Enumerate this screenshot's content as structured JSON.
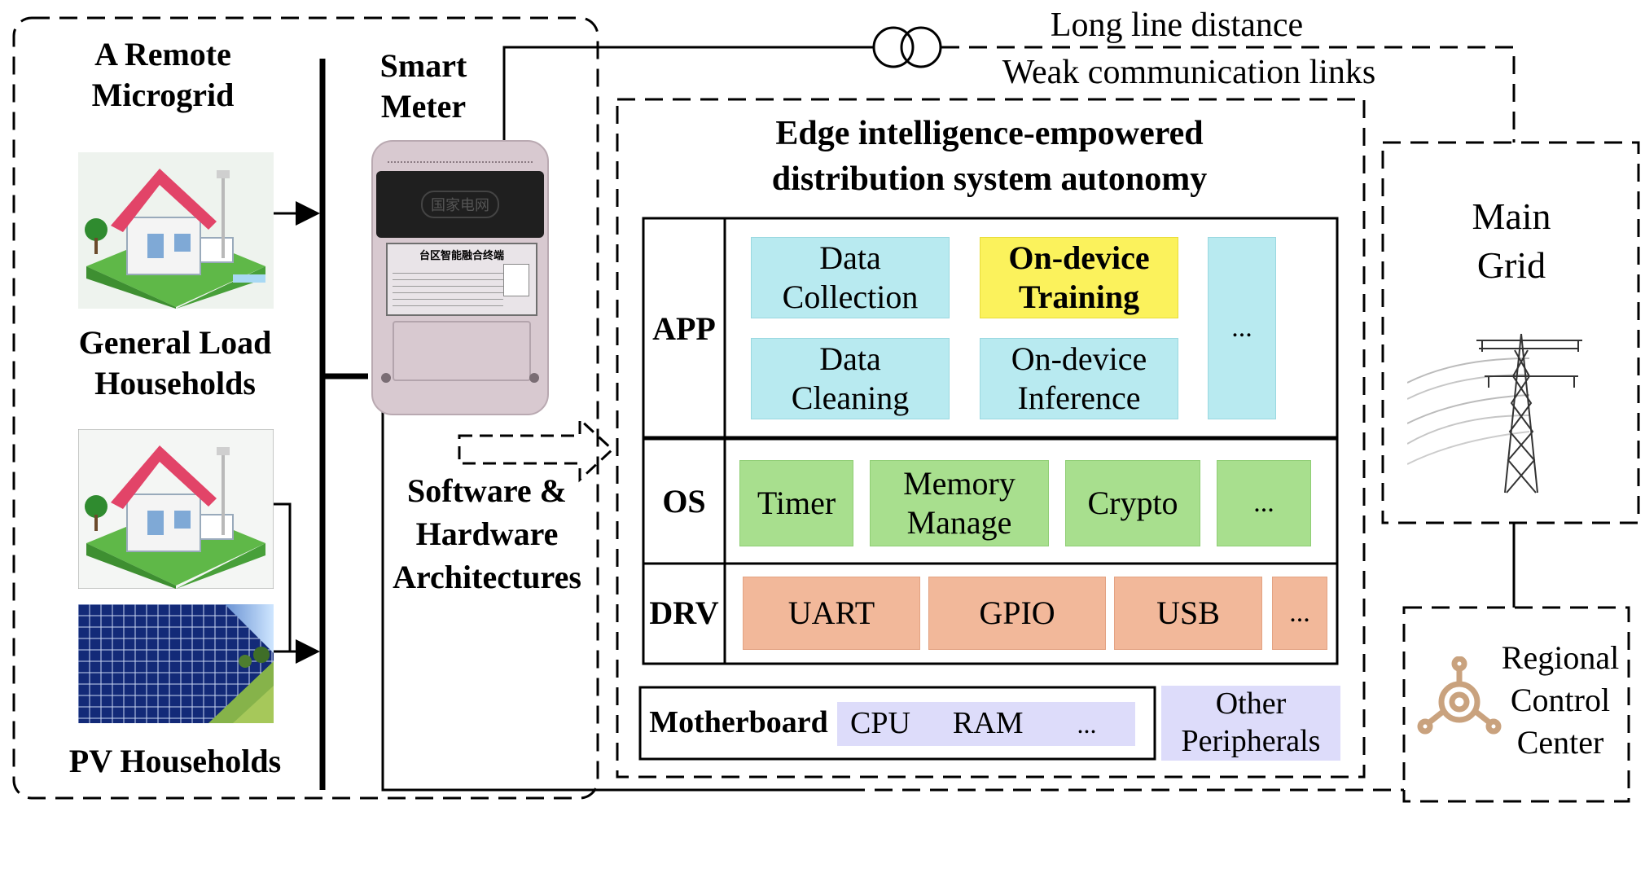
{
  "remote_microgrid": {
    "title_line1": "A Remote",
    "title_line2": "Microgrid",
    "general_line1": "General Load",
    "general_line2": "Households",
    "pv": "PV Households"
  },
  "smart_meter": {
    "title_line1": "Smart",
    "title_line2": "Meter",
    "arch_line1": "Software &",
    "arch_line2": "Hardware",
    "arch_line3": "Architectures",
    "plate_text": "台区智能融合终端",
    "brand_text": "国家电网"
  },
  "link": {
    "line1": "Long line distance",
    "line2": "Weak communication links"
  },
  "edge": {
    "title_line1": "Edge intelligence-empowered",
    "title_line2": "distribution system autonomy",
    "app": {
      "label": "APP",
      "data_collection_l1": "Data",
      "data_collection_l2": "Collection",
      "training_l1": "On-device",
      "training_l2": "Training",
      "cleaning_l1": "Data",
      "cleaning_l2": "Cleaning",
      "inference_l1": "On-device",
      "inference_l2": "Inference",
      "more": "..."
    },
    "os": {
      "label": "OS",
      "timer": "Timer",
      "memory_l1": "Memory",
      "memory_l2": "Manage",
      "crypto": "Crypto",
      "more": "..."
    },
    "drv": {
      "label": "DRV",
      "uart": "UART",
      "gpio": "GPIO",
      "usb": "USB",
      "more": "..."
    },
    "motherboard": {
      "label": "Motherboard",
      "cpu": "CPU",
      "ram": "RAM",
      "more": "...",
      "other_l1": "Other",
      "other_l2": "Peripherals"
    }
  },
  "main_grid": {
    "line1": "Main",
    "line2": "Grid"
  },
  "control_center": {
    "line1": "Regional",
    "line2": "Control",
    "line3": "Center"
  }
}
